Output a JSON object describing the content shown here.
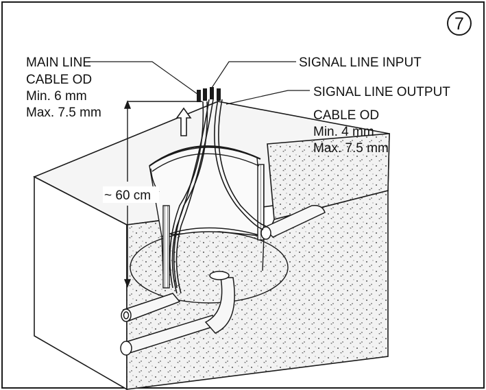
{
  "step_number": "7",
  "labels": {
    "main_line": [
      "MAIN LINE",
      "CABLE OD",
      "Min. 6 mm",
      "Max. 7.5 mm"
    ],
    "signal_input": "SIGNAL LINE INPUT",
    "signal_output": "SIGNAL LINE OUTPUT",
    "signal_cable": [
      "CABLE OD",
      "Min. 4 mm",
      "Max. 7.5 mm"
    ],
    "depth": "~ 60 cm"
  },
  "colors": {
    "line": "#1a1a1a",
    "concrete": "#efefef",
    "pit": "#e4e4e4",
    "pipe": "#f7f7f7"
  }
}
